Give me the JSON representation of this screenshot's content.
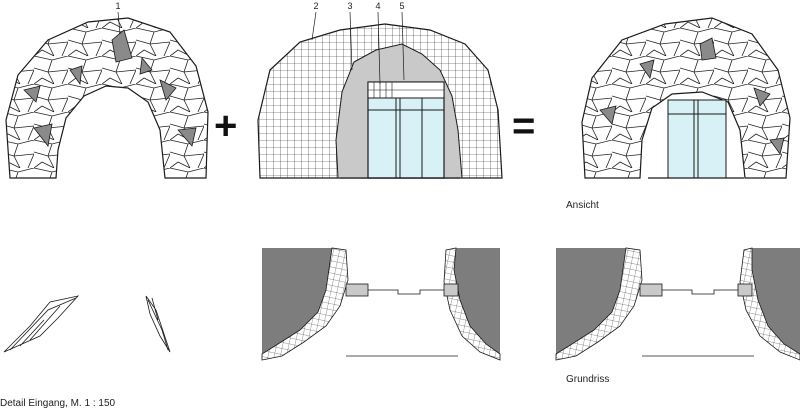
{
  "labels": {
    "view": "Ansicht",
    "plan": "Grundriss",
    "caption": "Detail Eingang, M. 1 : 150"
  },
  "callouts": [
    "1",
    "2",
    "3",
    "4",
    "5"
  ],
  "operators": {
    "plus": "+",
    "equals": "="
  },
  "colors": {
    "line": "#1a1a1a",
    "wall_gray": "#7d7d7d",
    "render_gray": "#c9c9c9",
    "glass": "#d8f1f7",
    "facet_dark": "#8a8a8a"
  }
}
